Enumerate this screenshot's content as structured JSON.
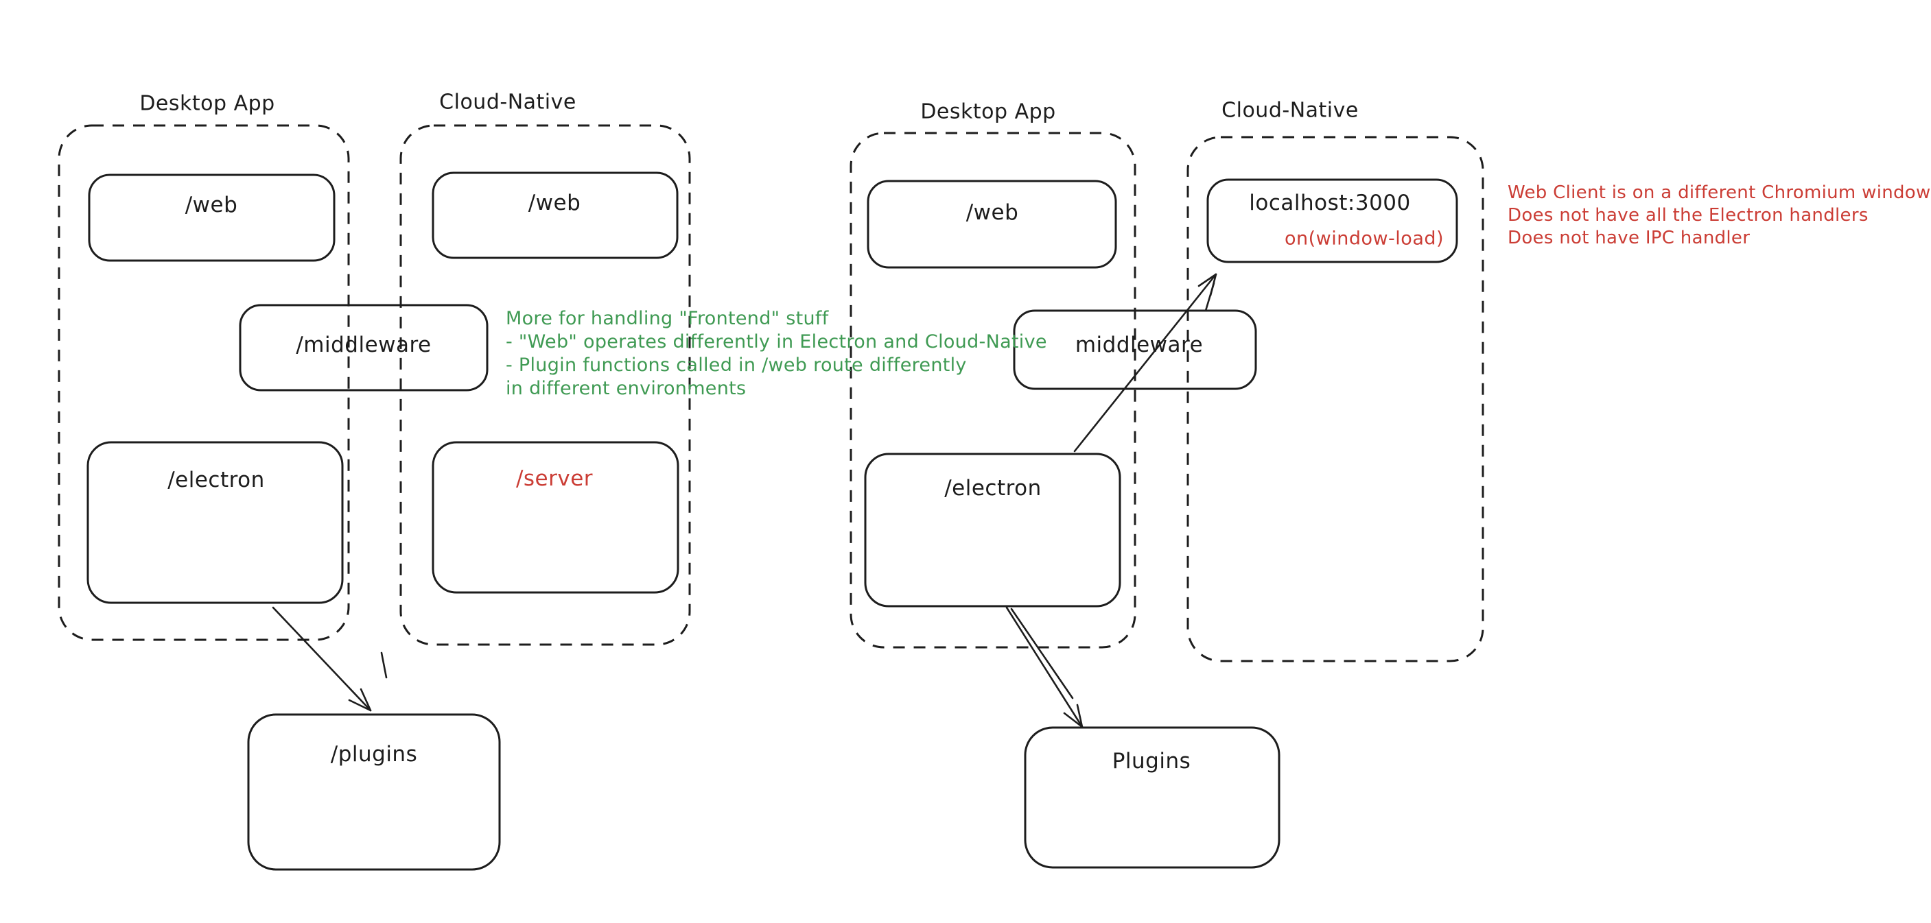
{
  "colors": {
    "background": "#ffffff",
    "ink": "#1d1d1d",
    "red": "#cb3d35",
    "green": "#3f9a53"
  },
  "left_diagram": {
    "desktop_app_label": "Desktop App",
    "cloud_native_label": "Cloud-Native",
    "desktop_web_label": "/web",
    "cloud_web_label": "/web",
    "middleware_label": "/middleware",
    "desktop_electron_label": "/electron",
    "cloud_server_label": "/server",
    "plugins_label": "/plugins",
    "green_note": {
      "line1": "More for handling \"Frontend\" stuff",
      "line2": "- \"Web\" operates differently in Electron and Cloud-Native",
      "line3": "- Plugin functions called in /web route differently",
      "line4": "in different environments"
    }
  },
  "right_diagram": {
    "desktop_app_label": "Desktop App",
    "cloud_native_label": "Cloud-Native",
    "desktop_web_label": "/web",
    "localhost_label": "localhost:3000",
    "on_window_load_label": "on(window-load)",
    "middleware_label": "middleware",
    "desktop_electron_label": "/electron",
    "plugins_label": "Plugins",
    "red_note": {
      "line1": "Web Client is on a different Chromium window",
      "line2": "Does not have all the Electron handlers",
      "line3": "Does not have IPC handler"
    }
  }
}
